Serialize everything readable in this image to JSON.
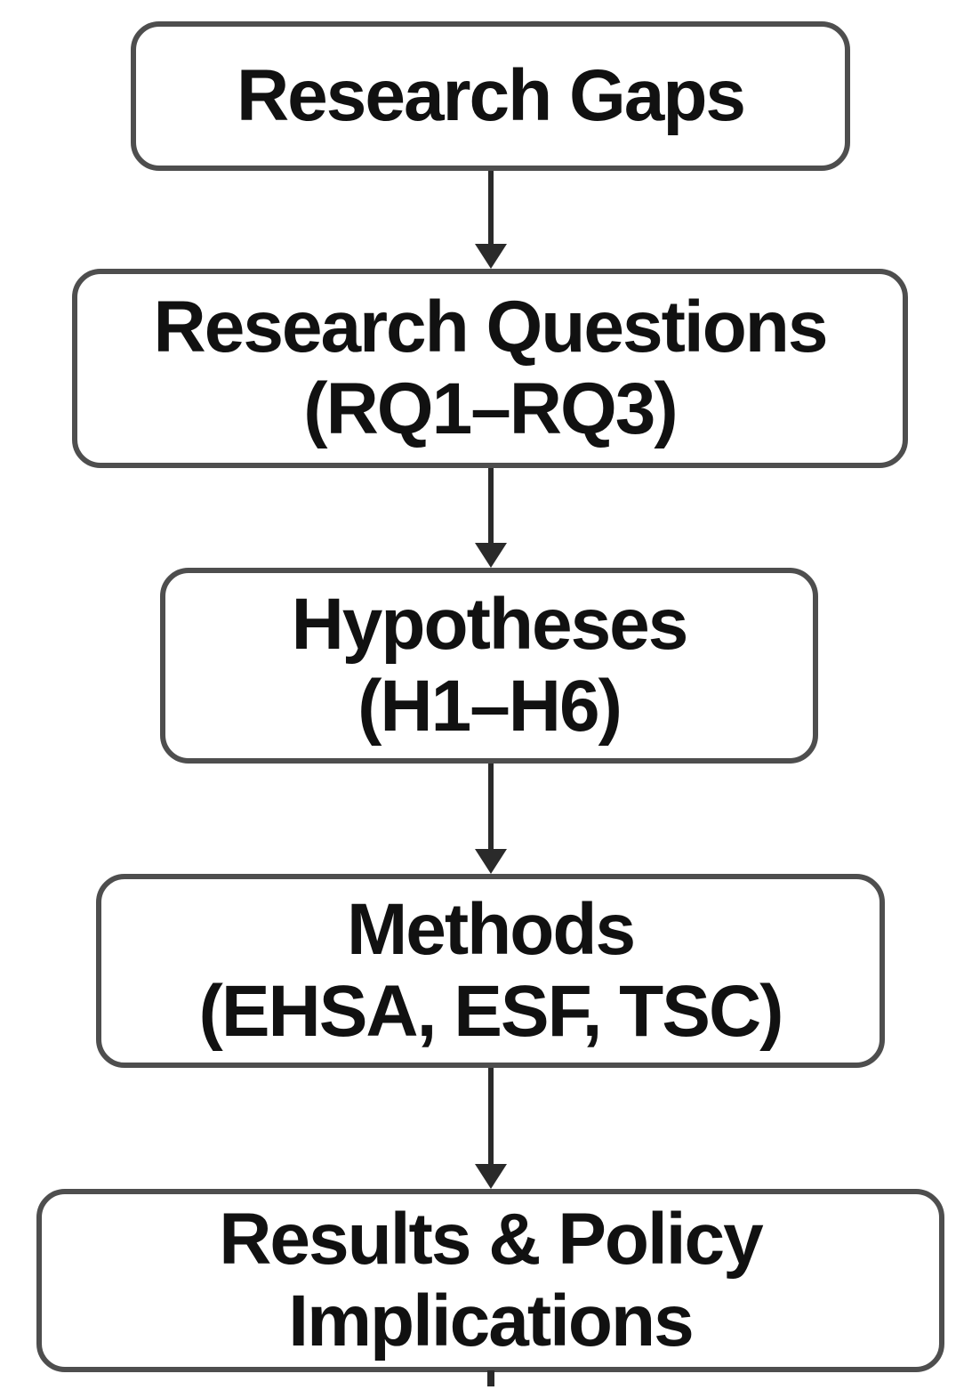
{
  "diagram": {
    "type": "flowchart",
    "direction": "top-down",
    "nodes": [
      {
        "id": "research-gaps",
        "line1": "Research Gaps",
        "line2": ""
      },
      {
        "id": "research-questions",
        "line1": "Research Questions",
        "line2": "(RQ1–RQ3)"
      },
      {
        "id": "hypotheses",
        "line1": "Hypotheses",
        "line2": "(H1–H6)"
      },
      {
        "id": "methods",
        "line1": "Methods",
        "line2": "(EHSA, ESF, TSC)"
      },
      {
        "id": "results-policy",
        "line1": "Results & Policy",
        "line2": "Implications"
      }
    ],
    "edges": [
      {
        "from": "research-gaps",
        "to": "research-questions"
      },
      {
        "from": "research-questions",
        "to": "hypotheses"
      },
      {
        "from": "hypotheses",
        "to": "methods"
      },
      {
        "from": "methods",
        "to": "results-policy"
      },
      {
        "from": "results-policy",
        "to": "(cut off at image edge)"
      }
    ],
    "colors": {
      "background": "#ffffff",
      "node_fill": "#ffffff",
      "node_border": "#4e4e4e",
      "text": "#111111",
      "arrow": "#2a2a2a"
    }
  }
}
